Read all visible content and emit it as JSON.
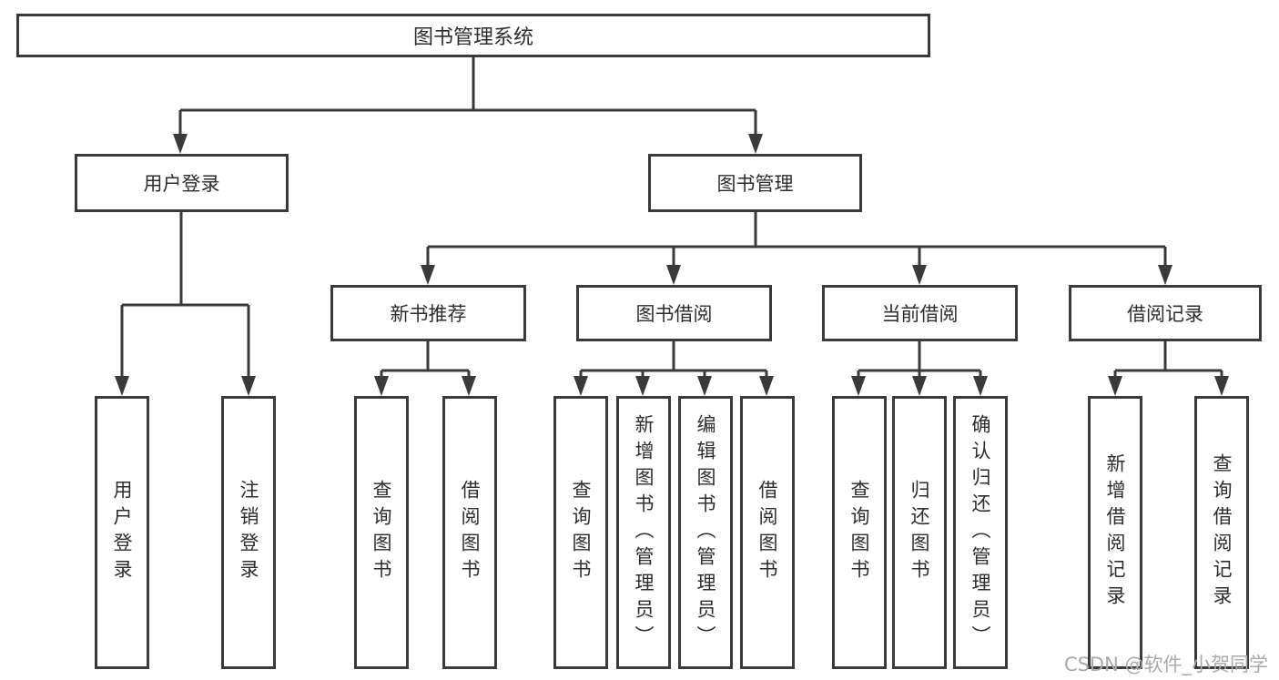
{
  "diagram": {
    "type": "hierarchy-tree",
    "colors": {
      "line": "#3a3a3a",
      "box_border": "#3a3a3a",
      "text": "#2d2d2d",
      "background": "#ffffff",
      "watermark": "#a9a9a9"
    },
    "root": {
      "label": "图书管理系统"
    },
    "level2": [
      {
        "label": "用户登录"
      },
      {
        "label": "图书管理"
      }
    ],
    "level3": [
      {
        "label": "新书推荐"
      },
      {
        "label": "图书借阅"
      },
      {
        "label": "当前借阅"
      },
      {
        "label": "借阅记录"
      }
    ],
    "leaves": {
      "user_login_group": [
        {
          "label": "用户登录"
        },
        {
          "label": "注销登录"
        }
      ],
      "new_book_group": [
        {
          "label": "查询图书"
        },
        {
          "label": "借阅图书"
        }
      ],
      "book_borrow_group": [
        {
          "label": "查询图书"
        },
        {
          "label": "新增图书（管理员）"
        },
        {
          "label": "编辑图书（管理员）"
        },
        {
          "label": "借阅图书"
        }
      ],
      "current_borrow_group": [
        {
          "label": "查询图书"
        },
        {
          "label": "归还图书"
        },
        {
          "label": "确认归还（管理员）"
        }
      ],
      "records_group": [
        {
          "label": "新增借阅记录"
        },
        {
          "label": "查询借阅记录"
        }
      ]
    },
    "watermark": "CSDN @软件_小贺同学"
  }
}
